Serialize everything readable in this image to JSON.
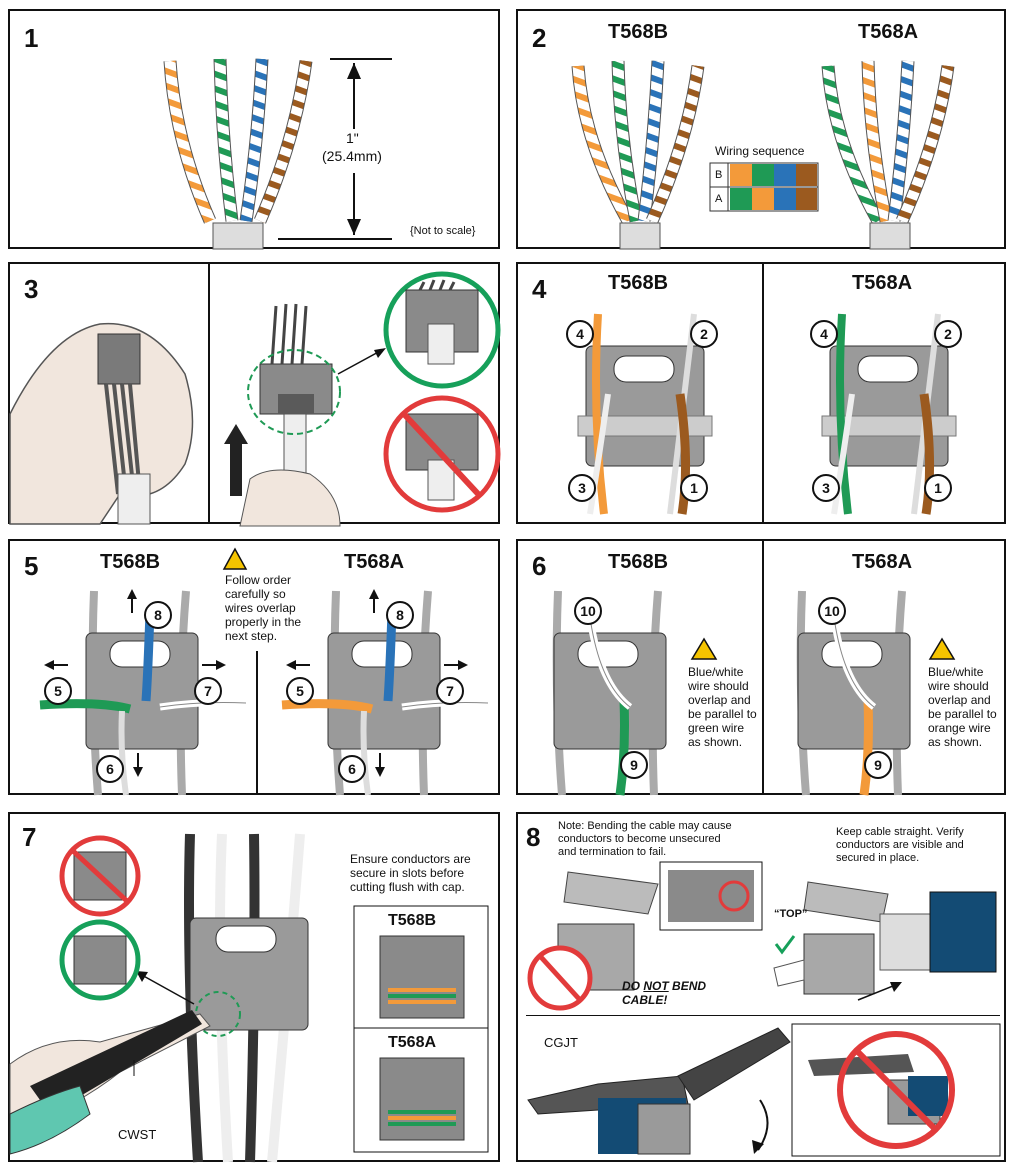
{
  "panels": {
    "p1": {
      "num": "1",
      "measure": "1\"",
      "measure_mm": "(25.4mm)",
      "note": "{Not to scale}"
    },
    "p2": {
      "num": "2",
      "t568b": "T568B",
      "t568a": "T568A",
      "sequence_title": "Wiring sequence",
      "row_b": "B",
      "row_a": "A"
    },
    "p3": {
      "num": "3"
    },
    "p4": {
      "num": "4",
      "t568b": "T568B",
      "t568a": "T568A",
      "n1": "1",
      "n2": "2",
      "n3": "3",
      "n4": "4"
    },
    "p5": {
      "num": "5",
      "t568b": "T568B",
      "t568a": "T568A",
      "note": [
        "Follow order",
        "carefully so",
        "wires overlap",
        "properly in the",
        "next step."
      ],
      "n5": "5",
      "n6": "6",
      "n7": "7",
      "n8": "8"
    },
    "p6": {
      "num": "6",
      "t568b": "T568B",
      "t568a": "T568A",
      "note_b": [
        "Blue/white",
        "wire should",
        "overlap and",
        "be parallel to",
        "green wire",
        "as shown."
      ],
      "note_a": [
        "Blue/white",
        "wire should",
        "overlap and",
        "be parallel to",
        "orange wire",
        "as shown."
      ],
      "n9": "9",
      "n10": "10"
    },
    "p7": {
      "num": "7",
      "note": [
        "Ensure conductors are",
        "secure in slots before",
        "cutting flush with cap."
      ],
      "t568b": "T568B",
      "t568a": "T568A",
      "tool": "CWST"
    },
    "p8": {
      "num": "8",
      "note_left": [
        "Note: Bending the cable may cause",
        "conductors to become unsecured",
        "and termination to fail."
      ],
      "note_right": [
        "Keep cable straight. Verify",
        "conductors are visible and",
        "secured in place."
      ],
      "top_label": "“TOP”",
      "warning_pre": "DO ",
      "warning_not": "NOT",
      "warning_post": " BEND",
      "warning_line2": "CABLE!",
      "tool": "CGJT"
    }
  },
  "colors": {
    "orange": "#f39a3a",
    "green": "#1f9a55",
    "blue": "#2a73b8",
    "brown": "#9b5a1f",
    "red": "#e23b3b",
    "greenok": "#16a05a",
    "gray": "#9a9a9a",
    "teal": "#5fc7b0",
    "navy": "#134b74"
  }
}
